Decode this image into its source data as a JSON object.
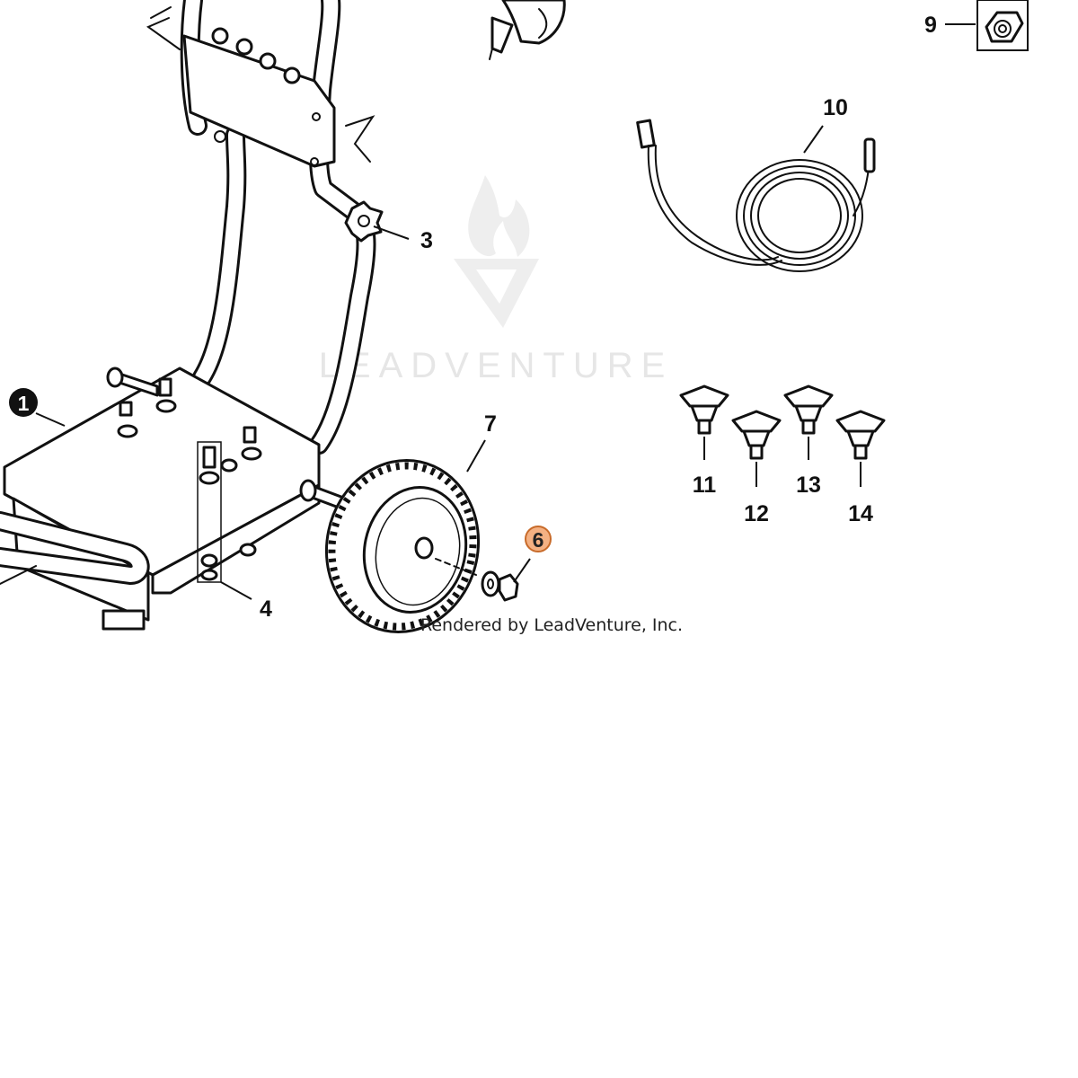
{
  "diagram": {
    "watermark": {
      "text": "LEADVENTURE"
    },
    "credit": "Rendered by LeadVenture, Inc.",
    "callouts": [
      {
        "id": "1",
        "label": "1",
        "style": "filled-circle"
      },
      {
        "id": "3",
        "label": "3",
        "style": "plain"
      },
      {
        "id": "4",
        "label": "4",
        "style": "plain"
      },
      {
        "id": "6",
        "label": "6",
        "style": "highlight-circle"
      },
      {
        "id": "7",
        "label": "7",
        "style": "plain"
      },
      {
        "id": "9",
        "label": "9",
        "style": "plain"
      },
      {
        "id": "10",
        "label": "10",
        "style": "plain"
      },
      {
        "id": "11",
        "label": "11",
        "style": "plain"
      },
      {
        "id": "12",
        "label": "12",
        "style": "plain"
      },
      {
        "id": "13",
        "label": "13",
        "style": "plain"
      },
      {
        "id": "14",
        "label": "14",
        "style": "plain"
      }
    ],
    "colors": {
      "highlight_fill": "#f4b183",
      "highlight_stroke": "#c86b2a",
      "line": "#111111",
      "watermark": "#e6e6e6",
      "badge_fill": "#111111",
      "badge_text": "#ffffff"
    }
  }
}
